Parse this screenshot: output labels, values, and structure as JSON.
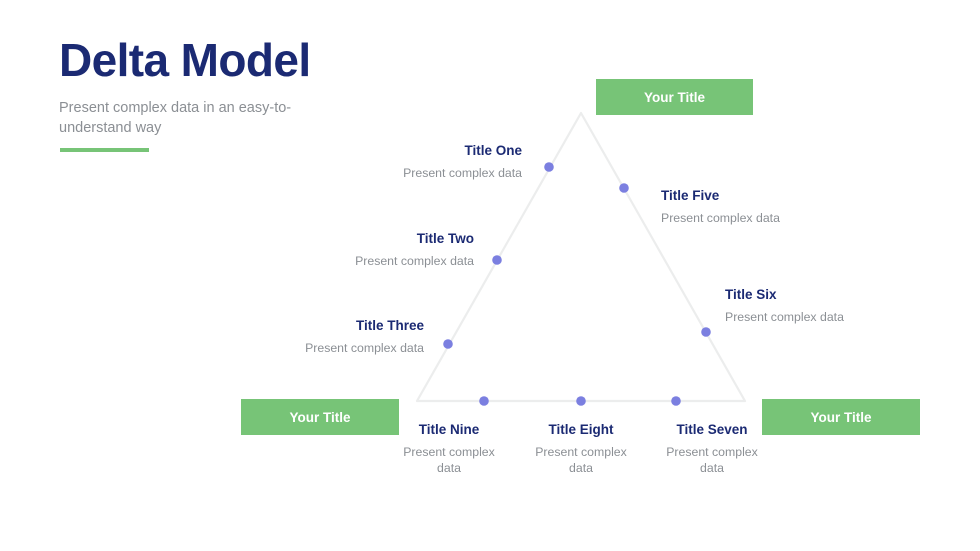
{
  "slide": {
    "title": "Delta Model",
    "subtitle": "Present complex data in an easy-to-understand way",
    "background_color": "#ffffff",
    "title_color": "#1b2a73",
    "subtitle_color": "#8b8f94",
    "accent_color": "#77c477",
    "node_dot_color": "#7b7fe0",
    "triangle_stroke_color": "#eceded"
  },
  "chips": [
    {
      "id": "top",
      "label": "Your Title"
    },
    {
      "id": "left",
      "label": "Your Title"
    },
    {
      "id": "right",
      "label": "Your Title"
    }
  ],
  "nodes": [
    {
      "id": "one",
      "title": "Title One",
      "desc": "Present complex data"
    },
    {
      "id": "two",
      "title": "Title Two",
      "desc": "Present complex data"
    },
    {
      "id": "three",
      "title": "Title Three",
      "desc": "Present complex data"
    },
    {
      "id": "five",
      "title": "Title Five",
      "desc": "Present complex data"
    },
    {
      "id": "six",
      "title": "Title Six",
      "desc": "Present complex data"
    },
    {
      "id": "seven",
      "title": "Title Seven",
      "desc": "Present complex data"
    },
    {
      "id": "eight",
      "title": "Title Eight",
      "desc": "Present complex data"
    },
    {
      "id": "nine",
      "title": "Title Nine",
      "desc": "Present complex data"
    }
  ]
}
